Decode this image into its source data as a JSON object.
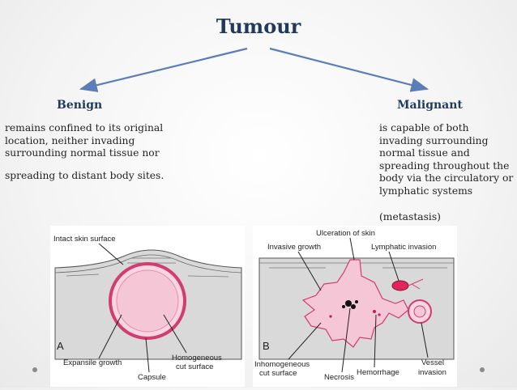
{
  "title": "Tumour",
  "benign": {
    "heading": "Benign",
    "text1": "remains confined to its original location, neither invading surrounding normal tissue nor",
    "text2": "spreading to distant body sites."
  },
  "malignant": {
    "heading": "Malignant",
    "text1": "is capable of both invading surrounding normal tissue and spreading throughout the body via the circulatory or lymphatic systems",
    "text2": "(metastasis)"
  },
  "figure_a": {
    "panel": "A",
    "labels": {
      "intact_skin": "Intact skin surface",
      "expansile": "Expansile growth",
      "capsule": "Capsule",
      "homogeneous1": "Homogeneous",
      "homogeneous2": "cut surface"
    }
  },
  "figure_b": {
    "panel": "B",
    "labels": {
      "ulceration": "Ulceration of skin",
      "invasive": "Invasive growth",
      "lymphatic": "Lymphatic invasion",
      "inhomogeneous1": "Inhomogeneous",
      "inhomogeneous2": "cut surface",
      "necrosis": "Necrosis",
      "hemorrhage": "Hemorrhage",
      "vessel1": "Vessel",
      "vessel2": "invasion"
    }
  },
  "colors": {
    "title": "#1f3a5c",
    "arrow": "#5b7db8",
    "tumour_fill": "#f4c6d6",
    "tumour_stroke": "#d23c6e",
    "tissue": "#d9d9d9"
  }
}
